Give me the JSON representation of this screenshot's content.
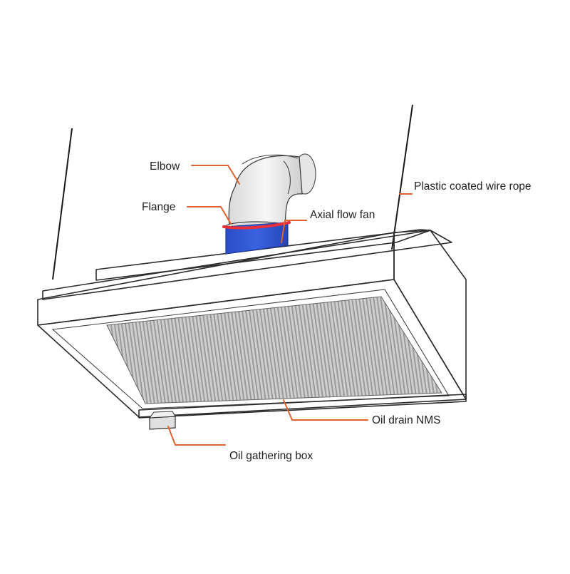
{
  "labels": {
    "elbow": "Elbow",
    "flange": "Flange",
    "axial_fan": "Axial flow fan",
    "wire_rope": "Plastic coated wire rope",
    "oil_drain": "Oil drain NMS",
    "oil_box": "Oil gathering box"
  },
  "colors": {
    "leader": "#e0632f",
    "fan": "#2f55d4",
    "flange": "#e8303a",
    "outline": "#2b2b2b",
    "filter": "#b7b7b7",
    "metal": "#f2f2f2"
  }
}
